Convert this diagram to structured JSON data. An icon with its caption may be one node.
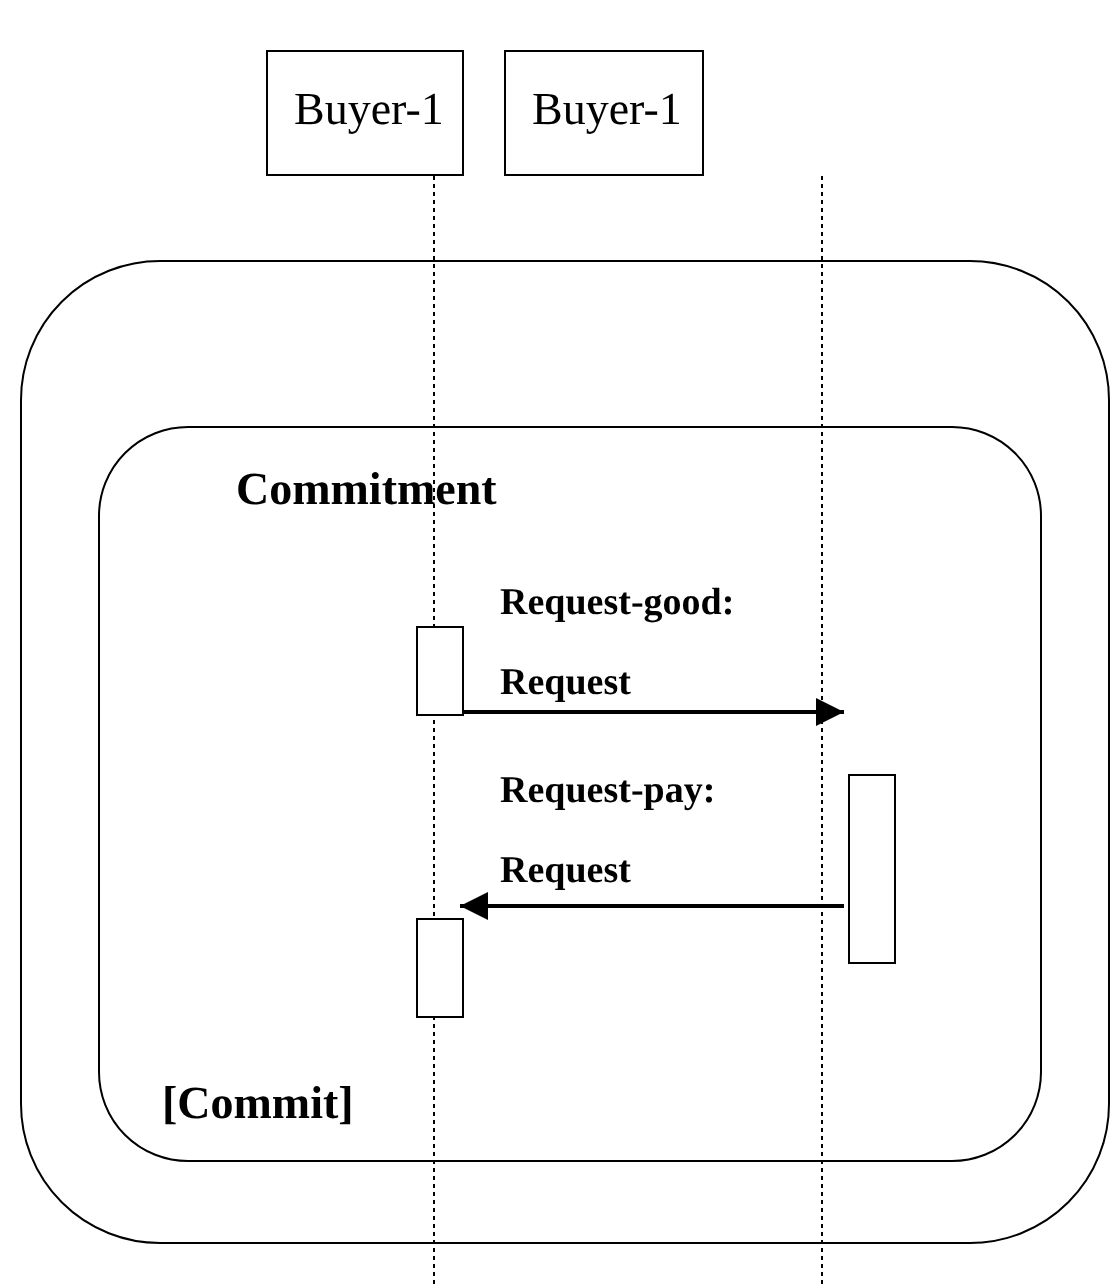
{
  "diagram": {
    "nodes": [
      {
        "text": [
          "Buyer-1"
        ]
      },
      {
        "text": [
          "Buyer-1"
        ]
      },
      {
        "text": [],
        "shape": "box"
      },
      {
        "text": [
          "Commitment",
          "[Commit]"
        ],
        "in": 2
      },
      {
        "text": [],
        "shape": "bar",
        "in": 3
      },
      {
        "text": [],
        "shape": "bar",
        "in": 3
      },
      {
        "text": [],
        "shape": "bar",
        "in": 3
      }
    ],
    "edges": [
      {
        "from": 4,
        "to": 5,
        "arrow": "to",
        "label": "Request-good: Request"
      },
      {
        "from": 5,
        "to": 6,
        "arrow": "to",
        "label": "Request-pay: Request"
      }
    ]
  }
}
